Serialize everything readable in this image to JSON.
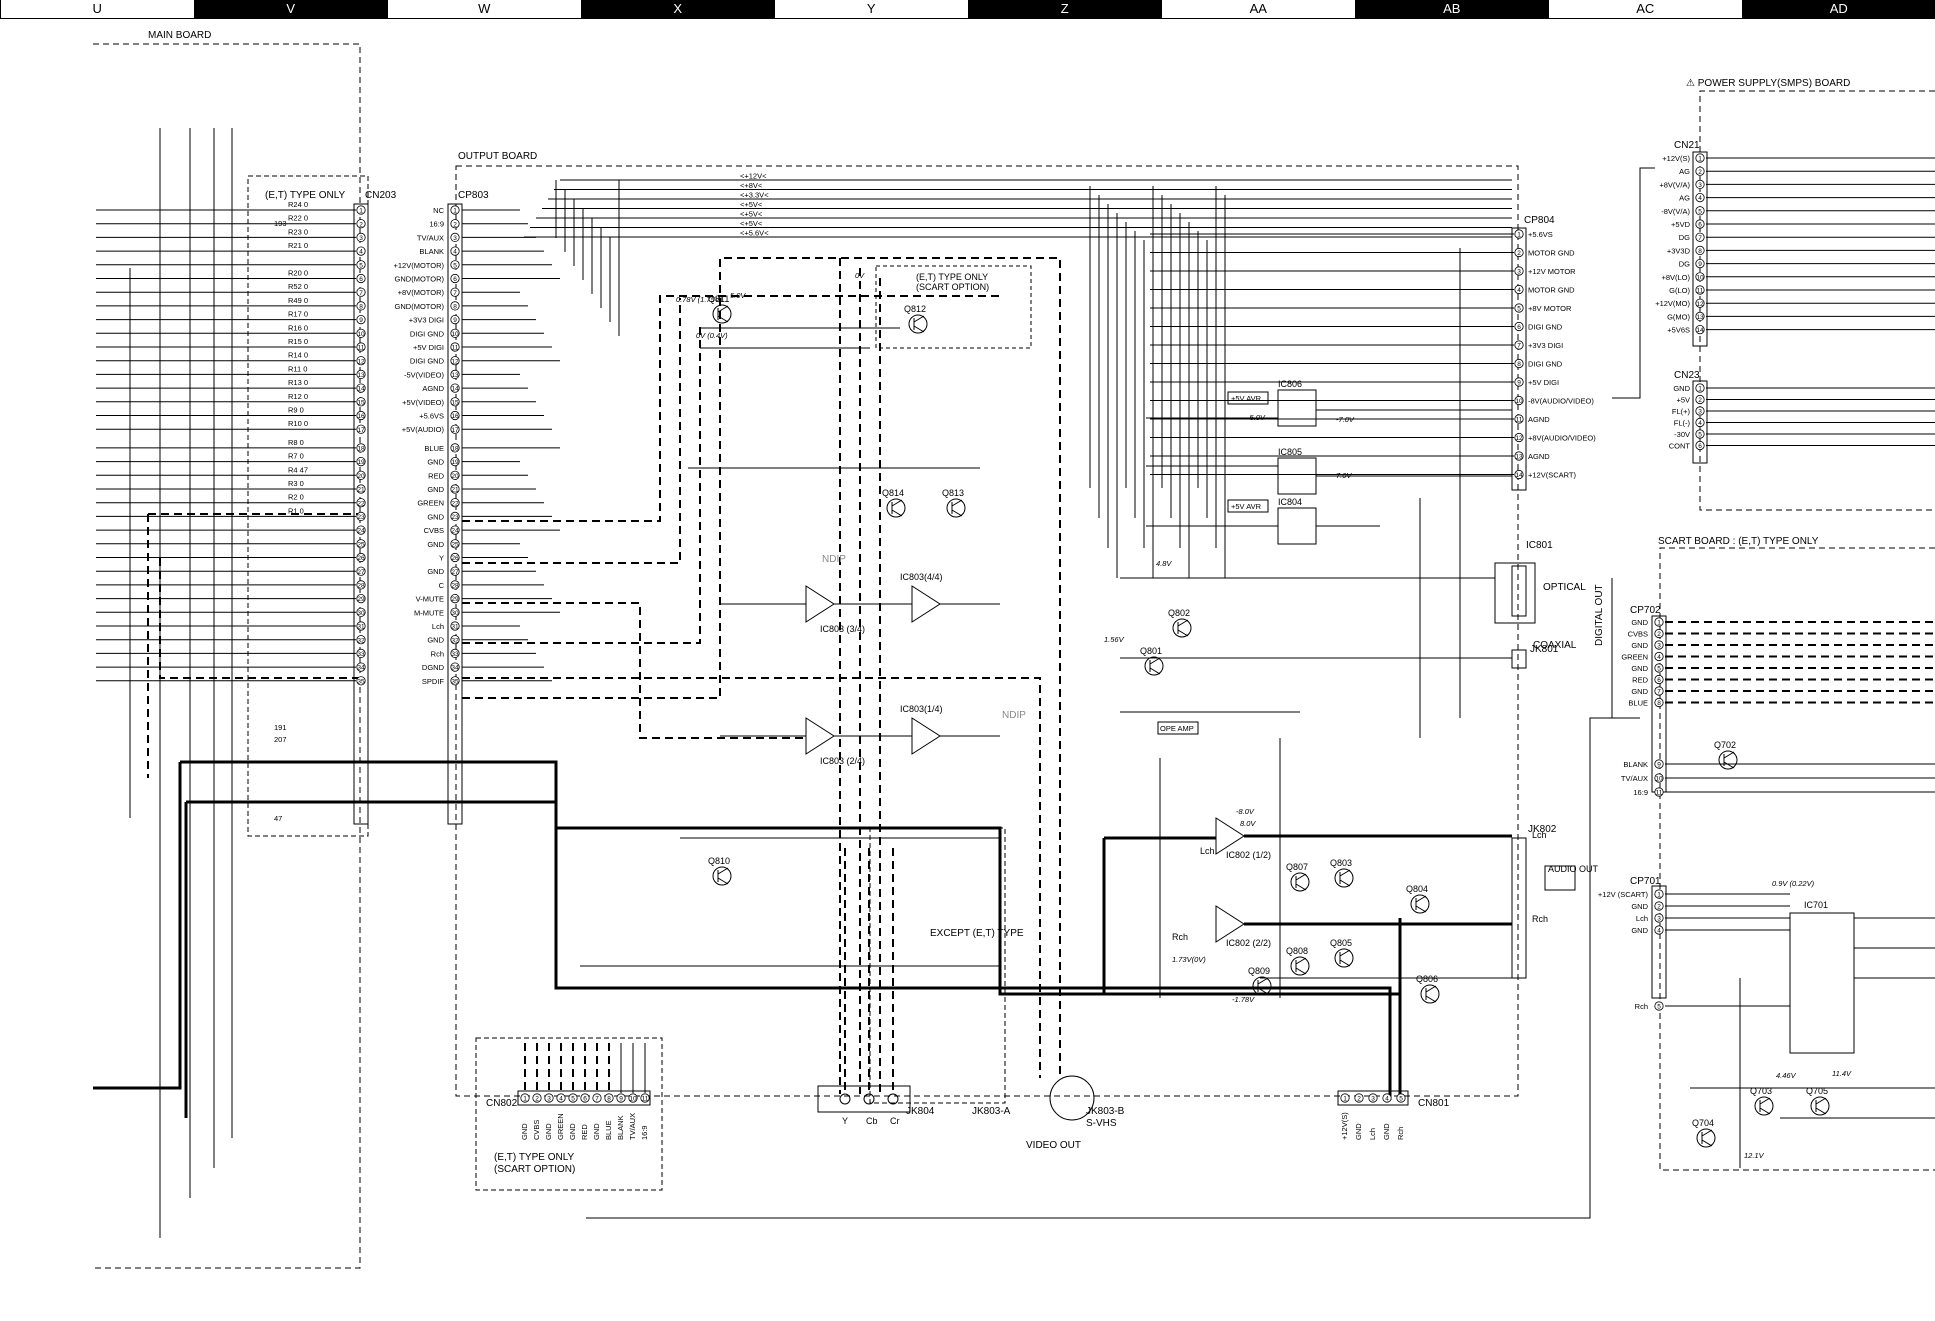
{
  "zones": [
    "U",
    "V",
    "W",
    "X",
    "Y",
    "Z",
    "AA",
    "AB",
    "AC",
    "AD"
  ],
  "boards": {
    "main": "MAIN BOARD",
    "output": "OUTPUT BOARD",
    "power": "⚠ POWER SUPPLY(SMPS) BOARD",
    "scart": "SCART BOARD : (E,T) TYPE ONLY",
    "et_only": "(E,T) TYPE ONLY",
    "et_scart": "(E,T) TYPE ONLY\n(SCART OPTION)",
    "except_et": "EXCEPT (E,T) TYPE",
    "et_scart_bottom_1": "(E,T) TYPE ONLY",
    "et_scart_bottom_2": "(SCART OPTION)"
  },
  "connectors": {
    "cn203": "CN203",
    "cp803": "CP803",
    "cp804": "CP804",
    "cn21": "CN21",
    "cn23": "CN23",
    "cp702": "CP702",
    "cp701": "CP701",
    "cn802": "CN802",
    "cn801": "CN801",
    "jk804": "JK804",
    "jk803a": "JK803-A",
    "jk803b": "JK803-B",
    "svhs": "S-VHS",
    "video_out": "VIDEO OUT",
    "jk801": "JK801",
    "jk802": "JK802",
    "ic801": "IC801",
    "optical": "OPTICAL",
    "coaxial": "COAXIAL",
    "digital_out": "DIGITAL OUT",
    "audio_out": "AUDIO OUT"
  },
  "cp803_pins": [
    "NC",
    "16:9",
    "TV/AUX",
    "BLANK",
    "+12V(MOTOR)",
    "GND(MOTOR)",
    "+8V(MOTOR)",
    "GND(MOTOR)",
    "+3V3 DIGI",
    "DIGI GND",
    "+5V DIGI",
    "DIGI GND",
    "-5V(VIDEO)",
    "AGND",
    "+5V(VIDEO)",
    "+5.6VS",
    "+5V(AUDIO)",
    "BLUE",
    "GND",
    "RED",
    "GND",
    "GREEN",
    "GND",
    "CVBS",
    "GND",
    "Y",
    "GND",
    "C",
    "V-MUTE",
    "M-MUTE",
    "Lch",
    "GND",
    "Rch",
    "DGND",
    "SPDIF"
  ],
  "cp804_pins": [
    "+5.6VS",
    "MOTOR GND",
    "+12V MOTOR",
    "MOTOR GND",
    "+8V MOTOR",
    "DIGI GND",
    "+3V3 DIGI",
    "DIGI GND",
    "+5V DIGI",
    "-8V(AUDIO/VIDEO)",
    "AGND",
    "+8V(AUDIO/VIDEO)",
    "AGND",
    "+12V(SCART)"
  ],
  "cn21_pins": [
    "+12V(S)",
    "AG",
    "+8V(V/A)",
    "AG",
    "-8V(V/A)",
    "+5VD",
    "DG",
    "+3V3D",
    "DG",
    "+8V(LO)",
    "G(LO)",
    "+12V(MO)",
    "G(MO)",
    "+5V6S"
  ],
  "cn23_pins": [
    "GND",
    "+5V",
    "FL(+)",
    "FL(-)",
    "-30V",
    "CONT"
  ],
  "cp702_pins": [
    "GND",
    "CVBS",
    "GND",
    "GREEN",
    "GND",
    "RED",
    "GND",
    "BLUE",
    "BLANK",
    "TV/AUX",
    "16:9"
  ],
  "cp701_pins": [
    "+12V (SCART)",
    "GND",
    "Lch",
    "GND",
    "Rch"
  ],
  "cn802_pins": [
    "GND",
    "CVBS",
    "GND",
    "GREEN",
    "GND",
    "RED",
    "GND",
    "BLUE",
    "BLANK",
    "TV/AUX",
    "16:9"
  ],
  "cn801_pins": [
    "+12V(S)",
    "GND",
    "Lch",
    "GND",
    "Rch"
  ],
  "jk804_pins": [
    "Y",
    "Cb",
    "Cr"
  ],
  "ics": {
    "ic806": "IC806",
    "ic805": "IC805",
    "ic804": "IC804",
    "ic803_34": "IC803 (3/4)",
    "ic803_44": "IC803(4/4)",
    "ic803_24": "IC803 (2/4)",
    "ic803_14": "IC803(1/4)",
    "ic802_12": "IC802 (1/2)",
    "ic802_22": "IC802 (2/2)",
    "ic701": "IC701",
    "avr": "+5V AVR",
    "ope_amp": "OPE AMP",
    "lch": "Lch",
    "rch": "Rch"
  },
  "transistors": [
    "Q811",
    "Q812",
    "Q814",
    "Q813",
    "Q810",
    "Q802",
    "Q801",
    "Q807",
    "Q803",
    "Q804",
    "Q808",
    "Q805",
    "Q806",
    "Q809",
    "Q702",
    "Q703",
    "Q704",
    "Q705"
  ],
  "rails": [
    "+12V",
    "+8V",
    "+3.3V",
    "+5V",
    "+5V",
    "+5V",
    "+5.6V"
  ],
  "cn203_resistors": [
    "R24 0",
    "R22 0",
    "R23 0",
    "R21 0",
    "R20 0",
    "R52 0",
    "R49 0",
    "R17 0",
    "R16 0",
    "R15 0",
    "R14 0",
    "R11 0",
    "R13 0",
    "R12 0",
    "R9 0",
    "R10 0",
    "R8 0",
    "R7 0",
    "R4 47",
    "R3 0",
    "R2 0",
    "R1 0"
  ],
  "voltages": [
    "0.78V (1.75V)",
    "5.0V",
    "0V (0.4V)",
    "0V",
    "8.0V",
    "-8.0V",
    "4.8V",
    "1.56V",
    "-5.0V",
    "-7.0V",
    "7.0V",
    "1.73V(0V)",
    "-1.78V",
    "0.9V (0.22V)",
    "4.46V",
    "11.4V",
    "12.1V"
  ],
  "misc_labels": {
    "e193": "193",
    "e191": "191",
    "e207": "207",
    "e47": "47",
    "ndip1": "NDIP",
    "ndip2": "NDIP"
  }
}
